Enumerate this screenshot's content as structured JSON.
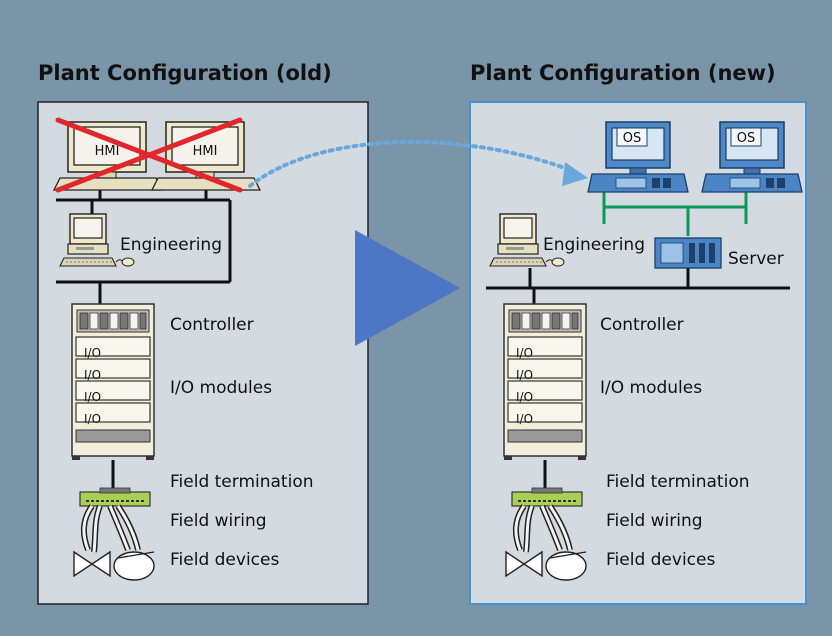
{
  "diagram": {
    "title_old": "Plant Configuration (old)",
    "title_new": "Plant Configuration (new)",
    "old": {
      "hmi_labels": [
        "HMI",
        "HMI"
      ],
      "engineering": "Engineering",
      "controller": "Controller",
      "io_modules": "I/O modules",
      "io_slots": [
        "I/O",
        "I/O",
        "I/O",
        "I/O"
      ],
      "field_termination": "Field termination",
      "field_wiring": "Field wiring",
      "field_devices": "Field devices"
    },
    "new": {
      "os_labels": [
        "OS",
        "OS"
      ],
      "engineering": "Engineering",
      "server": "Server",
      "controller": "Controller",
      "io_modules": "I/O modules",
      "io_slots": [
        "I/O",
        "I/O",
        "I/O",
        "I/O"
      ],
      "field_termination": "Field termination",
      "field_wiring": "Field wiring",
      "field_devices": "Field devices"
    },
    "colors": {
      "background": "#7a95a8",
      "panel": "#d3dbe0",
      "new_panel_border": "#4a8fd0",
      "arrow": "#4d77c4",
      "migration_path": "#6aa8dc",
      "terminal_bus": "#0a9a55",
      "os_station": "#4a86c6",
      "cross_out": "#e3262b",
      "field_termination": "#9ec94a"
    }
  }
}
